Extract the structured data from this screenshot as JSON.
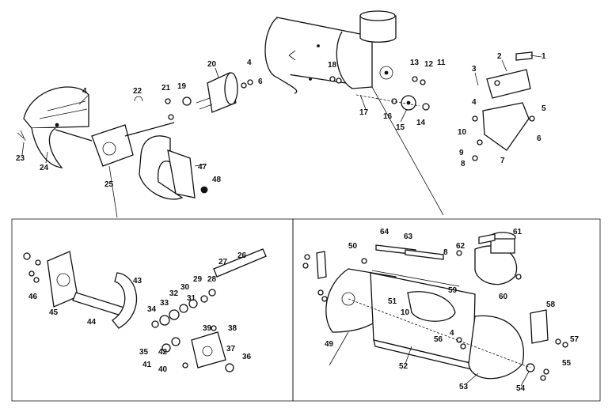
{
  "callouts": {
    "c1": "1",
    "c2": "2",
    "c3": "3",
    "c4a": "4",
    "c4b": "4",
    "c4c": "4",
    "c4d": "4",
    "c5": "5",
    "c6": "6",
    "c6b": "6",
    "c7": "7",
    "c8": "8",
    "c8b": "8",
    "c9": "9",
    "c10": "10",
    "c10b": "10",
    "c11": "11",
    "c12": "12",
    "c13": "13",
    "c14": "14",
    "c15": "15",
    "c16": "16",
    "c17": "17",
    "c18": "18",
    "c19": "19",
    "c20": "20",
    "c21": "21",
    "c22": "22",
    "c23": "23",
    "c24": "24",
    "c25": "25",
    "c26": "26",
    "c27": "27",
    "c28": "28",
    "c29": "29",
    "c30": "30",
    "c31": "31",
    "c32": "32",
    "c33": "33",
    "c34": "34",
    "c35": "35",
    "c36": "36",
    "c37": "37",
    "c38": "38",
    "c39": "39",
    "c40": "40",
    "c41": "41",
    "c42": "42",
    "c43": "43",
    "c44": "44",
    "c45": "45",
    "c46": "46",
    "c47": "47",
    "c48": "48",
    "c49": "49",
    "c50": "50",
    "c51": "51",
    "c52": "52",
    "c53": "53",
    "c54": "54",
    "c55": "55",
    "c56": "56",
    "c57": "57",
    "c58": "58",
    "c59": "59",
    "c60": "60",
    "c61": "61",
    "c62": "62",
    "c63": "63",
    "c64": "64"
  }
}
